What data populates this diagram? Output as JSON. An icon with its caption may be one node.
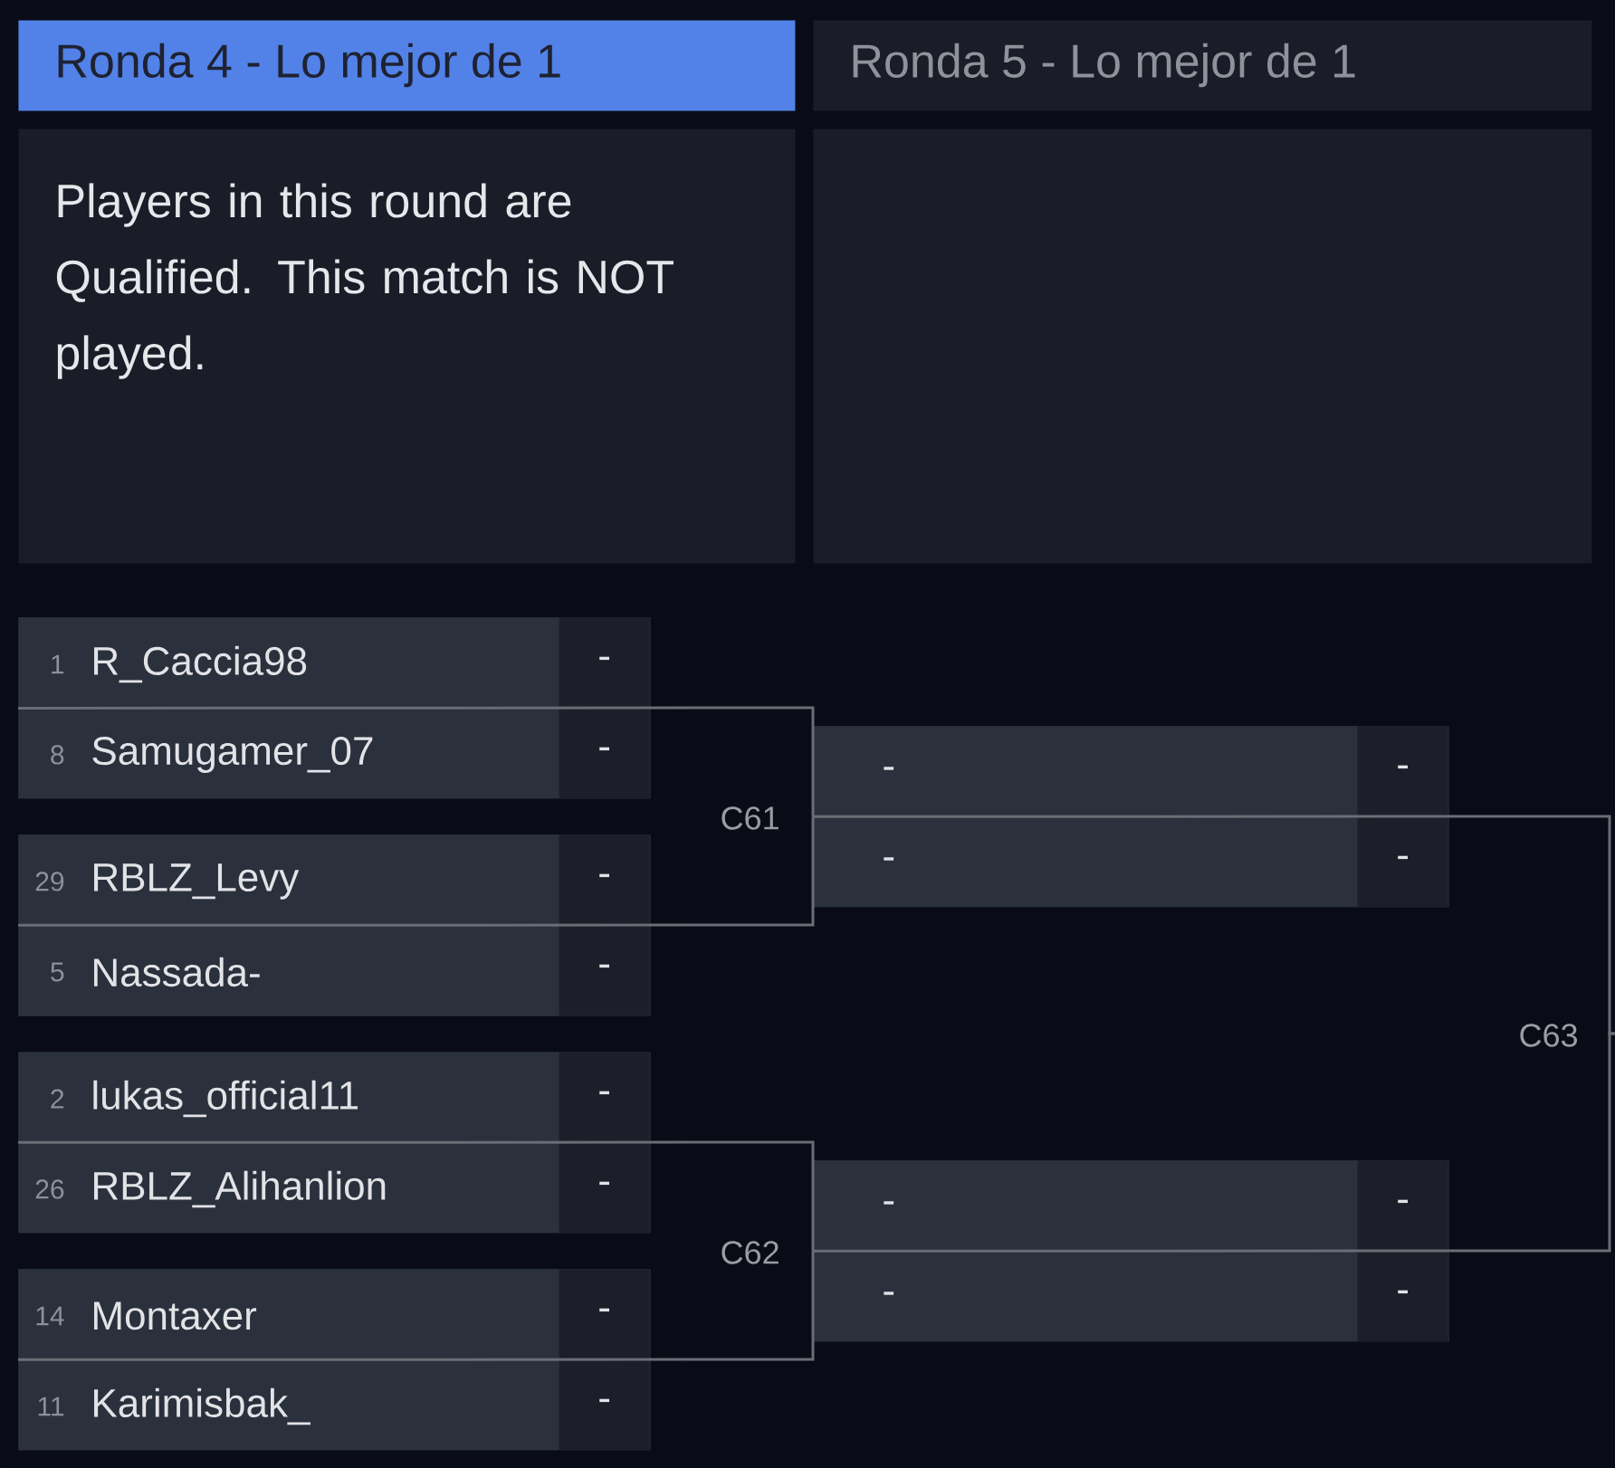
{
  "diagram": {
    "nodes": [
      {
        "text": [
          "Ronda 4 - Lo mejor de 1"
        ]
      },
      {
        "text": [
          "Ronda 5 - Lo mejor de 1"
        ]
      },
      {
        "text": [
          "Players in this round are Qualified. This match is NOT played."
        ]
      },
      {
        "text": [],
        "shape": "box"
      },
      {
        "text": [],
        "shape": "box"
      },
      {
        "text": [
          "1",
          "R_Caccia98",
          "-"
        ],
        "in": 4
      },
      {
        "text": [
          "8",
          "Samugamer_07",
          "-"
        ],
        "in": 4
      },
      {
        "text": [],
        "shape": "box"
      },
      {
        "text": [
          "29",
          "RBLZ_Levy",
          "-"
        ],
        "in": 7
      },
      {
        "text": [
          "5",
          "Nassada-",
          "-"
        ],
        "in": 7
      },
      {
        "text": [],
        "shape": "box"
      },
      {
        "text": [
          "2",
          "lukas_official11",
          "-"
        ],
        "in": 10
      },
      {
        "text": [
          "26",
          "RBLZ_Alihanlion",
          "-"
        ],
        "in": 10
      },
      {
        "text": [],
        "shape": "box"
      },
      {
        "text": [
          "14",
          "Montaxer",
          "-"
        ],
        "in": 13
      },
      {
        "text": [
          "11",
          "Karimisbak_",
          "-"
        ],
        "in": 13
      },
      {
        "text": [],
        "shape": "box"
      },
      {
        "text": [
          "-",
          "-"
        ],
        "in": 16
      },
      {
        "text": [
          "-",
          "-"
        ],
        "in": 16
      },
      {
        "text": [],
        "shape": "box"
      },
      {
        "text": [
          "-",
          "-"
        ],
        "in": 19
      },
      {
        "text": [
          "-",
          "-"
        ],
        "in": 19
      }
    ],
    "edges": [
      {
        "from": 4,
        "to": 16,
        "arrow": "none",
        "label": "C61"
      },
      {
        "from": 7,
        "to": 16,
        "arrow": "none"
      },
      {
        "from": 10,
        "to": 19,
        "arrow": "none",
        "label": "C62"
      },
      {
        "from": 13,
        "to": 19,
        "arrow": "none"
      },
      {
        "from": 16,
        "to": null,
        "arrow": "none",
        "label": "C63"
      },
      {
        "from": 19,
        "to": null,
        "arrow": "none"
      }
    ]
  }
}
